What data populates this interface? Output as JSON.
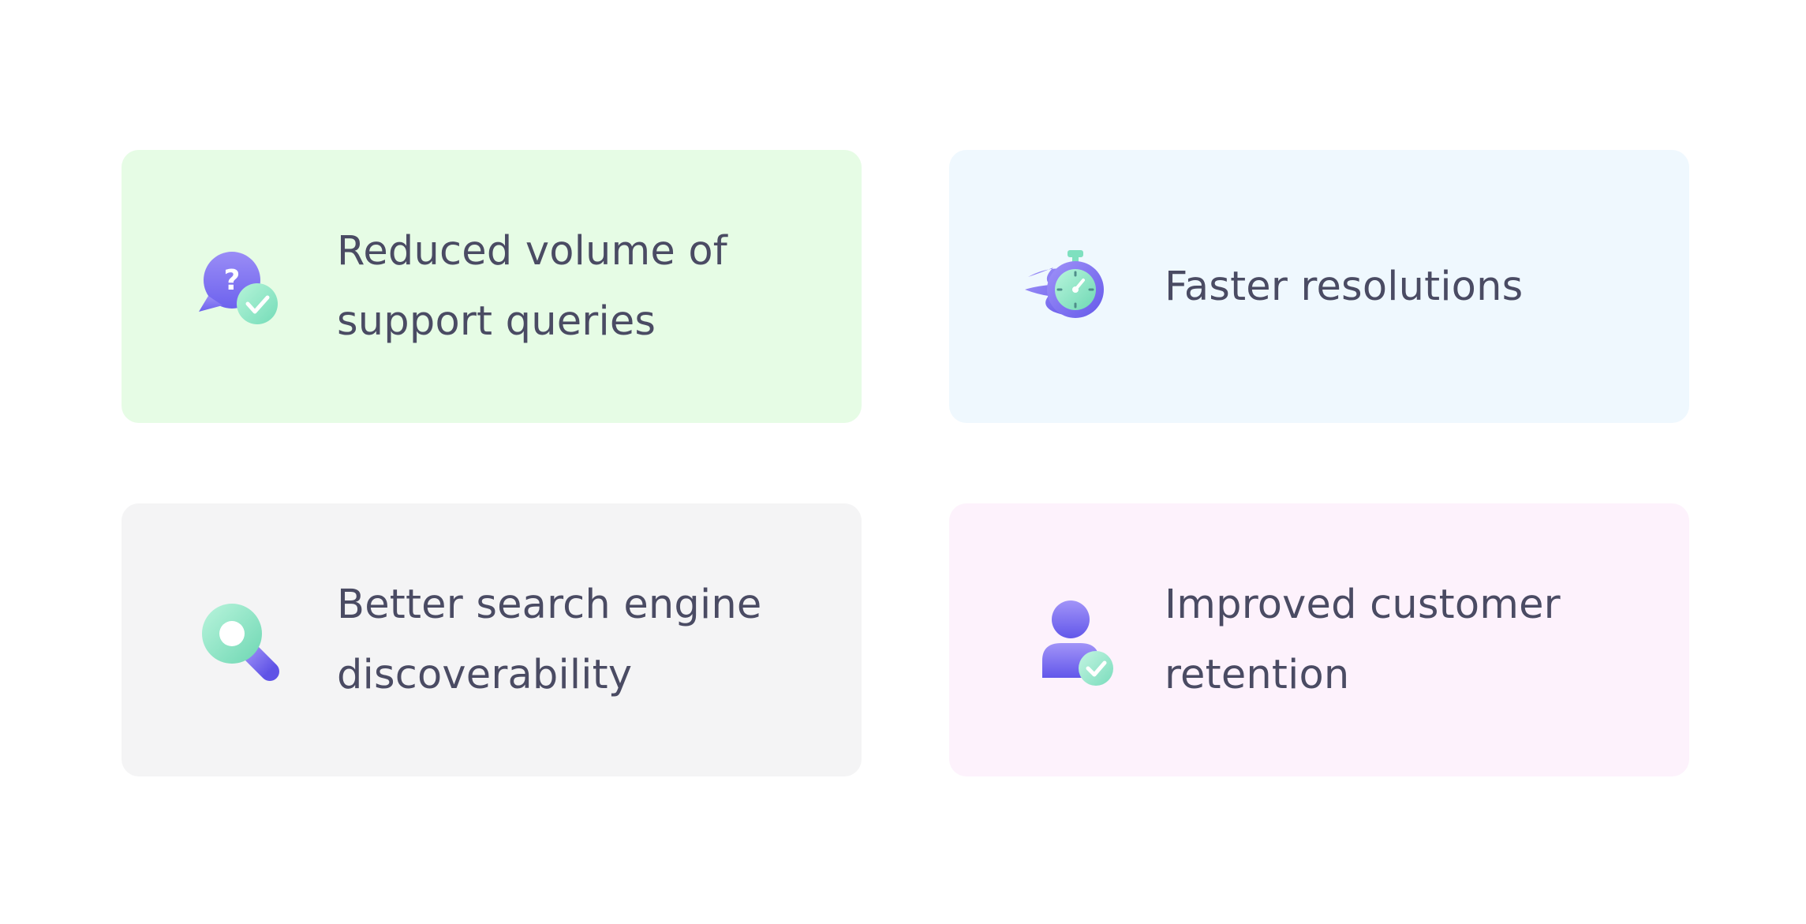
{
  "colors": {
    "card_green": "#e6fce5",
    "card_blue": "#eff8fe",
    "card_gray": "#f4f4f5",
    "card_pink": "#fdf2fc",
    "text": "#4a4b63",
    "icon_purple": "#7b72f0",
    "icon_mint": "#8fe8c6"
  },
  "cards": [
    {
      "text": "Reduced volume of support queries",
      "icon": "question-chat-check-icon",
      "bg": "#e6fce5"
    },
    {
      "text": "Faster resolutions",
      "icon": "fast-stopwatch-icon",
      "bg": "#eff8fe"
    },
    {
      "text": "Better search engine discoverability",
      "icon": "magnifier-icon",
      "bg": "#f4f4f5"
    },
    {
      "text": "Improved customer retention",
      "icon": "user-check-icon",
      "bg": "#fdf2fc"
    }
  ]
}
